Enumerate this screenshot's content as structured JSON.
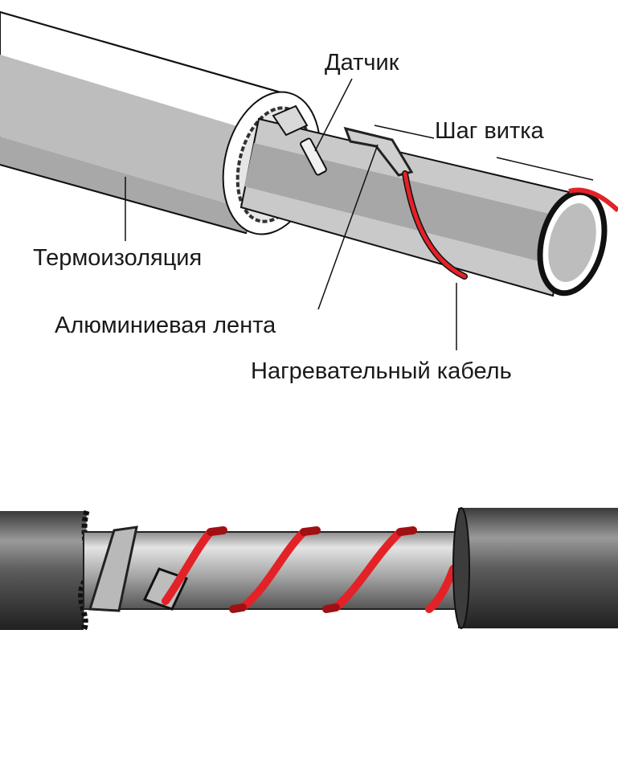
{
  "labels": {
    "sensor": "Датчик",
    "pitch": "Шаг витка",
    "insulation": "Термоизоляция",
    "foil": "Алюминиевая лента",
    "cable": "Нагревательный кабель"
  },
  "colors": {
    "pipe_light": "#d2d2d2",
    "pipe_mid": "#b8b8b8",
    "pipe_dark": "#8a8a8a",
    "heating_cable": "#e32228",
    "outline": "#111111",
    "insulation_dark": "#3f3f3f"
  },
  "icons": {
    "sensor": "temperature-sensor-icon"
  }
}
